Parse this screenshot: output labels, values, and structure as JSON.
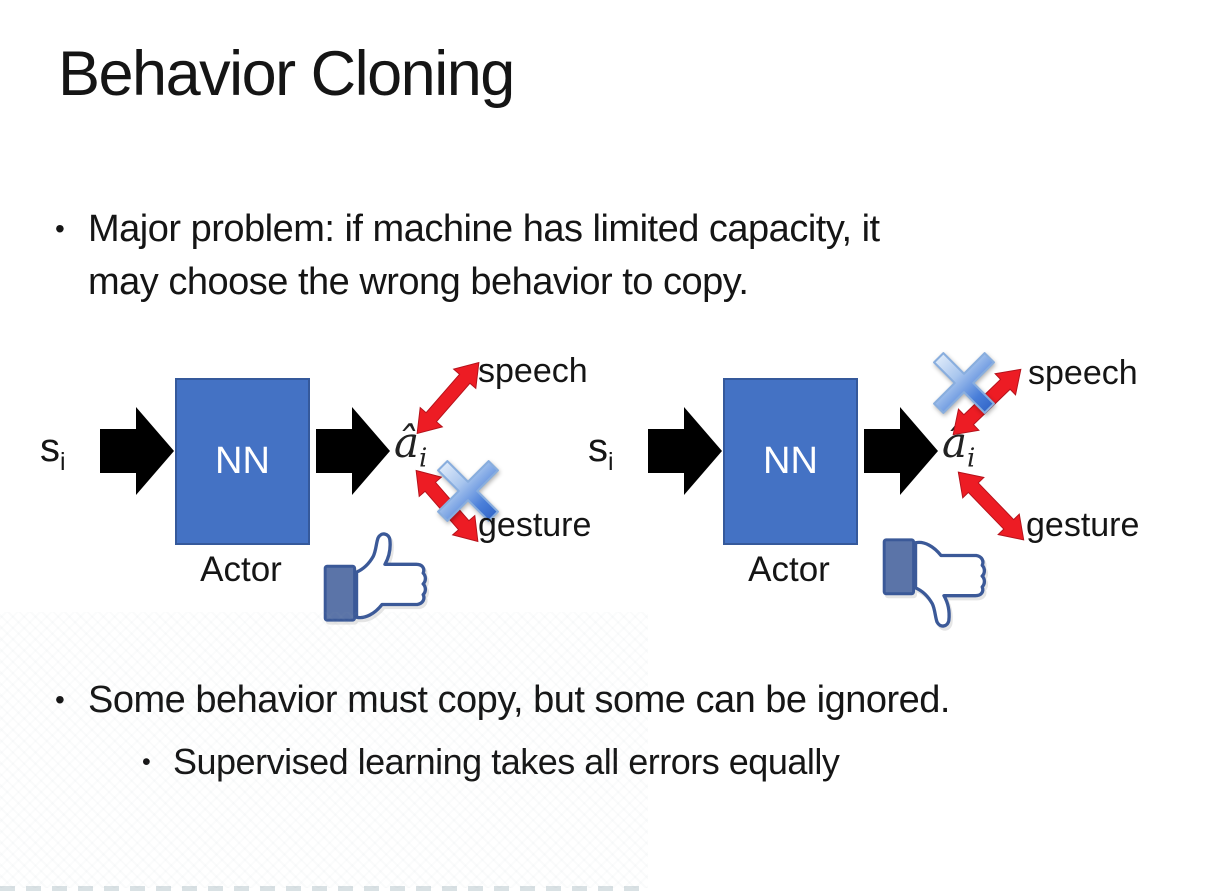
{
  "slide": {
    "title": "Behavior Cloning",
    "bullets": {
      "glyph": "•",
      "main_problem": [
        "Major problem: if machine has limited capacity, it",
        "may choose the wrong behavior to copy."
      ],
      "some_behavior": "Some behavior must copy, but some can be ignored.",
      "supervised": "Supervised learning takes all errors equally"
    }
  },
  "diagrams": [
    {
      "state_label": "s",
      "state_sub": "i",
      "nn_label": "NN",
      "action_label": "â",
      "action_sub": "i",
      "speech_label": "speech",
      "gesture_label": "gesture",
      "actor_label": "Actor",
      "crossed_out": "gesture",
      "feedback": "thumbs-up"
    },
    {
      "state_label": "s",
      "state_sub": "i",
      "nn_label": "NN",
      "action_label": "â",
      "action_sub": "i",
      "speech_label": "speech",
      "gesture_label": "gesture",
      "actor_label": "Actor",
      "crossed_out": "speech",
      "feedback": "thumbs-down"
    }
  ],
  "colors": {
    "nn_box_fill": "#4472C4",
    "nn_box_border": "#35599B",
    "flow_arrow": "#000000",
    "relation_arrow": "#ED1C24",
    "cross_icon_blue": "#4A7FD9",
    "thumb_outline": "#3B5998",
    "thumb_sleeve": "#5B74A8",
    "text": "#151515"
  }
}
